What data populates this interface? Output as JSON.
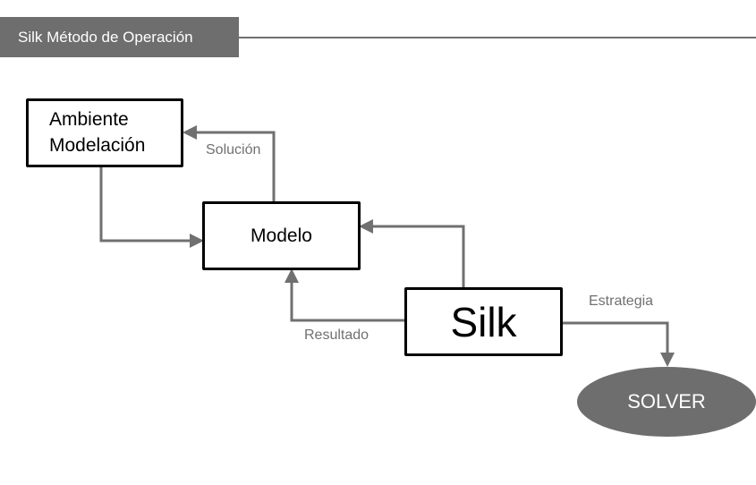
{
  "header": {
    "title": "Silk Método de Operación"
  },
  "nodes": {
    "ambiente": {
      "line1": "Ambiente",
      "line2": "Modelación"
    },
    "modelo": {
      "label": "Modelo"
    },
    "silk": {
      "label": "Silk"
    },
    "solver": {
      "label": "SOLVER"
    }
  },
  "edges": {
    "solucion": "Solución",
    "resultado": "Resultado",
    "estrategia": "Estrategia"
  },
  "colors": {
    "header_bg": "#6e6e6e",
    "connector": "#707070",
    "solver_fill": "#6e6e6e",
    "box_border": "#000000"
  }
}
